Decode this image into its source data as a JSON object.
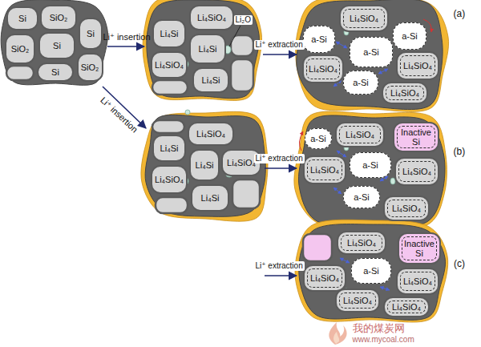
{
  "diagram": {
    "nodes": [
      {
        "text": [
          "Si"
        ]
      },
      {
        "text": [
          "SiO₂"
        ]
      },
      {
        "text": [
          "Si"
        ]
      },
      {
        "text": [
          "SiO₂"
        ]
      },
      {
        "text": [
          "Si"
        ]
      },
      {
        "text": [
          "SiO₂"
        ]
      },
      {
        "text": [
          "Si"
        ]
      },
      {
        "text": [
          "Li₄SiO₄"
        ]
      },
      {
        "text": [
          "Li₄Si"
        ]
      },
      {
        "text": [
          "Li₄Si"
        ]
      },
      {
        "text": [
          "Li₄SiO₄"
        ]
      },
      {
        "text": [
          "Li₄Si"
        ]
      },
      {
        "text": [
          "Li₄SiO₄"
        ]
      },
      {
        "text": [
          "a-Si"
        ]
      },
      {
        "text": [
          "a-Si"
        ]
      },
      {
        "text": [
          "Li₄SiO₄"
        ]
      },
      {
        "text": [
          "a-Si"
        ]
      },
      {
        "text": [
          "Li₄SiO₄"
        ]
      },
      {
        "text": [
          "a-Si"
        ]
      },
      {
        "text": [
          "Li₄SiO₄"
        ]
      },
      {
        "text": [
          "Li₄Si"
        ]
      },
      {
        "text": [
          "Li₄SiO₄"
        ]
      },
      {
        "text": [
          "Li₄SiO₄"
        ]
      },
      {
        "text": [
          "Li₄Si"
        ]
      },
      {
        "text": [
          "Li₄SiO₄"
        ]
      },
      {
        "text": [
          "Li₄Si"
        ]
      },
      {
        "text": [
          "a-Si"
        ]
      },
      {
        "text": [
          "Li₄SiO₄"
        ]
      },
      {
        "text": [
          "Inactive Si"
        ]
      },
      {
        "text": [
          "a-Si"
        ]
      },
      {
        "text": [
          "Li₄SiO₄"
        ]
      },
      {
        "text": [
          "Li₄SiO₄"
        ]
      },
      {
        "text": [
          "a-Si"
        ]
      },
      {
        "text": [
          "Li₄SiO₄"
        ]
      },
      {
        "text": [
          "Li₄SiO₄"
        ]
      },
      {
        "text": [
          "Inactive Si"
        ]
      },
      {
        "text": [
          "a-Si"
        ]
      },
      {
        "text": [
          "Li₄SiO₄"
        ]
      },
      {
        "text": [
          "Li₄SiO₄"
        ]
      },
      {
        "text": [
          "Li₄SiO₄"
        ]
      },
      {
        "text": [
          "Li₄SiO₄"
        ]
      }
    ],
    "labels": [
      "Li₂O",
      "Li⁺ insertion",
      "Li⁺ extraction",
      "(a)",
      "Li⁺ insertion",
      "Li⁺ extraction",
      "(b)",
      "Li⁺ extraction",
      "(c)",
      "我的煤炭网",
      "www.mycoal.com"
    ]
  }
}
